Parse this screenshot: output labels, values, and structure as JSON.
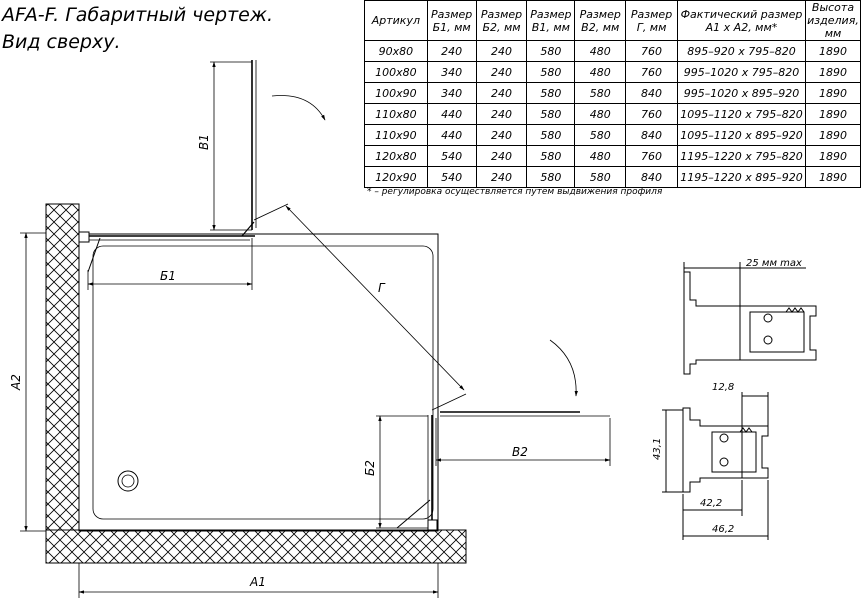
{
  "title": {
    "line1": "AFA-F. Габаритный чертеж.",
    "line2": "Вид сверху."
  },
  "table": {
    "headers": [
      [
        "Артикул"
      ],
      [
        "Размер",
        "Б1, мм"
      ],
      [
        "Размер",
        "Б2, мм"
      ],
      [
        "Размер",
        "В1, мм"
      ],
      [
        "Размер",
        "В2, мм"
      ],
      [
        "Размер",
        "Г, мм"
      ],
      [
        "Фактический размер",
        "А1 х А2, мм*"
      ],
      [
        "Высота",
        "изделия,",
        "мм"
      ]
    ],
    "rows": [
      [
        "90х80",
        "240",
        "240",
        "580",
        "480",
        "760",
        "895–920 х 795–820",
        "1890"
      ],
      [
        "100х80",
        "340",
        "240",
        "580",
        "480",
        "760",
        "995–1020 х 795–820",
        "1890"
      ],
      [
        "100х90",
        "340",
        "240",
        "580",
        "580",
        "840",
        "995–1020 х 895–920",
        "1890"
      ],
      [
        "110х80",
        "440",
        "240",
        "580",
        "480",
        "760",
        "1095–1120 х 795–820",
        "1890"
      ],
      [
        "110х90",
        "440",
        "240",
        "580",
        "580",
        "840",
        "1095–1120 х 895–920",
        "1890"
      ],
      [
        "120х80",
        "540",
        "240",
        "580",
        "480",
        "760",
        "1195–1220 х 795–820",
        "1890"
      ],
      [
        "120х90",
        "540",
        "240",
        "580",
        "580",
        "840",
        "1195–1220 х 895–920",
        "1890"
      ]
    ]
  },
  "note": "* – регулировка осуществляется путем выдвижения профиля",
  "labels": {
    "b1": "Б1",
    "v1": "В1",
    "g": "Г",
    "a2": "А2",
    "a1": "А1",
    "b2": "Б2",
    "v2": "В2"
  },
  "profile_dims": {
    "max": "25 мм max",
    "d128": "12,8",
    "d431": "43,1",
    "d422": "42,2",
    "d462": "46,2"
  }
}
